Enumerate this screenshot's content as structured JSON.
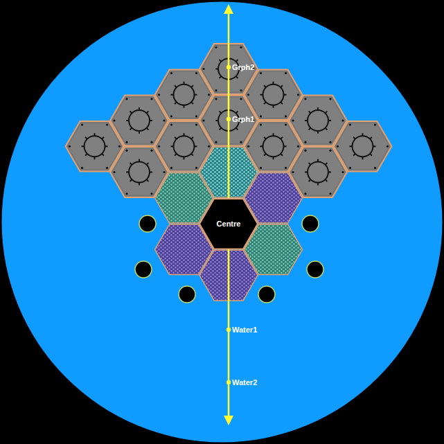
{
  "diagram": {
    "nodes": [
      {
        "text": [
          "Centre"
        ]
      }
    ],
    "labels": [
      "Grph2",
      "Grph1",
      "Water1",
      "Water2"
    ]
  }
}
